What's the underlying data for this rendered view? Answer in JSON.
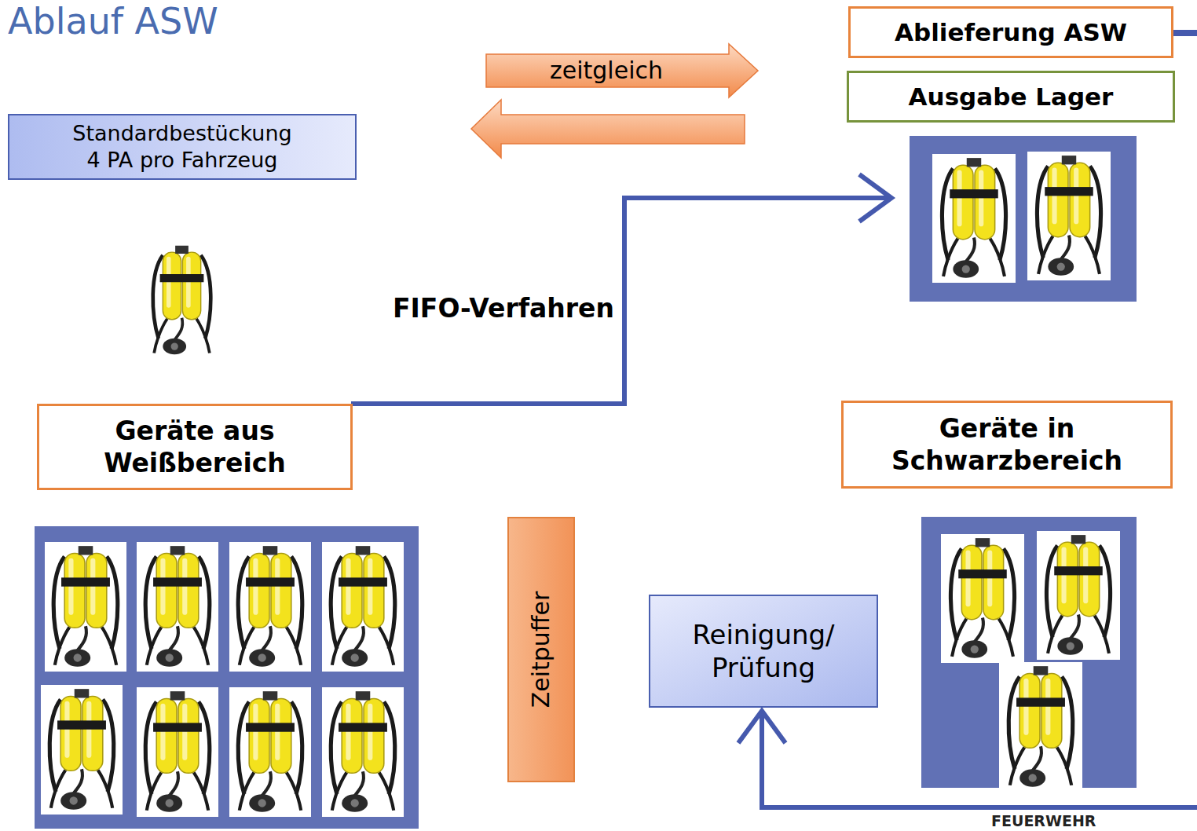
{
  "diagram": {
    "title": "Ablauf ASW",
    "nodes": [
      {
        "text": [
          "Ablieferung ASW"
        ]
      },
      {
        "text": [
          "zeitgleich"
        ]
      },
      {
        "text": [
          "Ausgabe Lager"
        ]
      },
      {
        "text": [
          "Standardbestückung 4 PA pro Fahrzeug"
        ]
      },
      {
        "text": [
          "Geräte aus Weißbereich"
        ]
      },
      {
        "text": [
          "Geräte in Schwarzbereich"
        ]
      },
      {
        "text": [
          "Zeitpuffer"
        ]
      },
      {
        "text": [
          "Reinigung/ Prüfung"
        ]
      }
    ],
    "labels": [
      "FIFO-Verfahren",
      "FEUERWEHR"
    ]
  }
}
